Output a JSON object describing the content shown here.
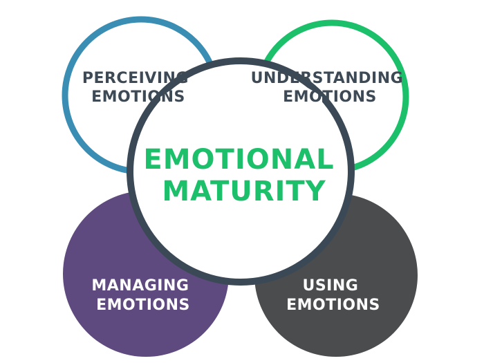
{
  "center": {
    "line1": "EMOTIONAL",
    "line2": "MATURITY",
    "color": "#1cc06b",
    "ring_color": "#3b4956"
  },
  "quadrants": [
    {
      "id": "perceiving",
      "line1": "PERCEIVING",
      "line2": "EMOTIONS",
      "ring_color": "#3a8db3",
      "text_color": "#3d4a55"
    },
    {
      "id": "understanding",
      "line1": "UNDERSTANDING",
      "line2": "EMOTIONS",
      "ring_color": "#1cc06b",
      "text_color": "#3d4a55"
    },
    {
      "id": "managing",
      "line1": "MANAGING",
      "line2": "EMOTIONS",
      "fill_color": "#5f4a7f",
      "text_color": "#ffffff"
    },
    {
      "id": "using",
      "line1": "USING",
      "line2": "EMOTIONS",
      "fill_color": "#4a4c4e",
      "text_color": "#ffffff"
    }
  ]
}
